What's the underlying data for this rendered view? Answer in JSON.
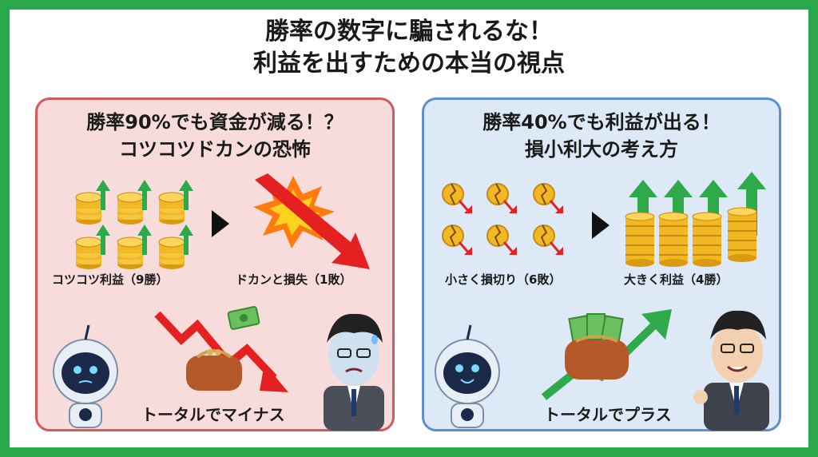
{
  "title": {
    "line1": "勝率の数字に騙されるな！",
    "line2": "利益を出すための本当の視点"
  },
  "left_panel": {
    "heading1": "勝率90%でも資金が減る！？",
    "heading2": "コツコツドカンの恐怖",
    "caption_wins": "コツコツ利益（9勝）",
    "caption_loss": "ドカンと損失（1敗）",
    "bottom_label": "トータルでマイナス"
  },
  "right_panel": {
    "heading1": "勝率40%でも利益が出る！",
    "heading2": "損小利大の考え方",
    "caption_losses": "小さく損切り（6敗）",
    "caption_wins": "大きく利益（4勝）",
    "bottom_label": "トータルでプラス"
  },
  "colors": {
    "frame": "#2aa84a",
    "left_bg": "#f8dcdc",
    "left_border": "#d35a5a",
    "right_bg": "#dde9f7",
    "right_border": "#5b8fd0",
    "coin": "#f2b824",
    "up_arrow": "#2eaa4a",
    "down_arrow": "#e52020"
  },
  "icons": [
    "coin-stack-icon",
    "up-arrow-icon",
    "explosion-icon",
    "down-arrow-icon",
    "cracked-coin-icon",
    "wallet-icon",
    "robot-mascot-icon",
    "worried-man-icon",
    "smiling-man-icon",
    "play-triangle-icon"
  ]
}
